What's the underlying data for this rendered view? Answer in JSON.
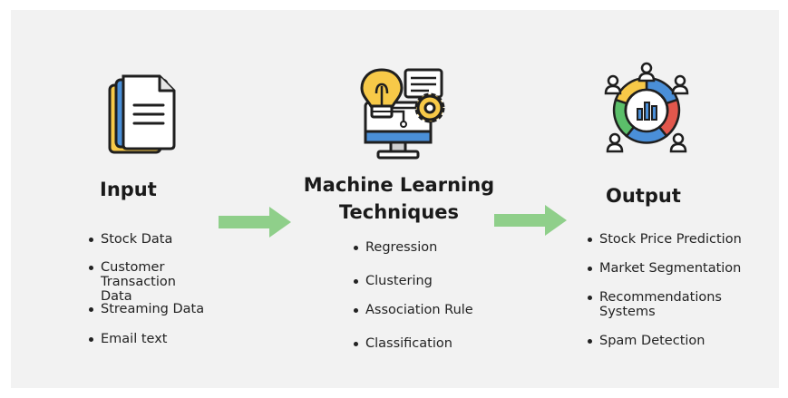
{
  "input": {
    "title": "Input",
    "items": [
      "Stock Data",
      "Customer\nTransaction Data",
      "Streaming Data",
      "Email text"
    ]
  },
  "techniques": {
    "title_line1": "Machine Learning",
    "title_line2": "Techniques",
    "items": [
      "Regression",
      "Clustering",
      "Association Rule",
      "Classification"
    ]
  },
  "output": {
    "title": "Output",
    "items": [
      "Stock Price Prediction",
      "Market Segmentation",
      "Recommendations\nSystems",
      "Spam Detection"
    ]
  },
  "icons": {
    "input": "documents-icon",
    "techniques": "lightbulb-monitor-gear-icon",
    "output": "people-ring-chart-icon",
    "arrow": "right-arrow-icon"
  },
  "colors": {
    "arrow": "#8fcf8a",
    "yellow": "#f7c948",
    "blue": "#4a8fd8",
    "red": "#e2574c",
    "green": "#5bbf6a",
    "outline": "#1f1f1f"
  }
}
